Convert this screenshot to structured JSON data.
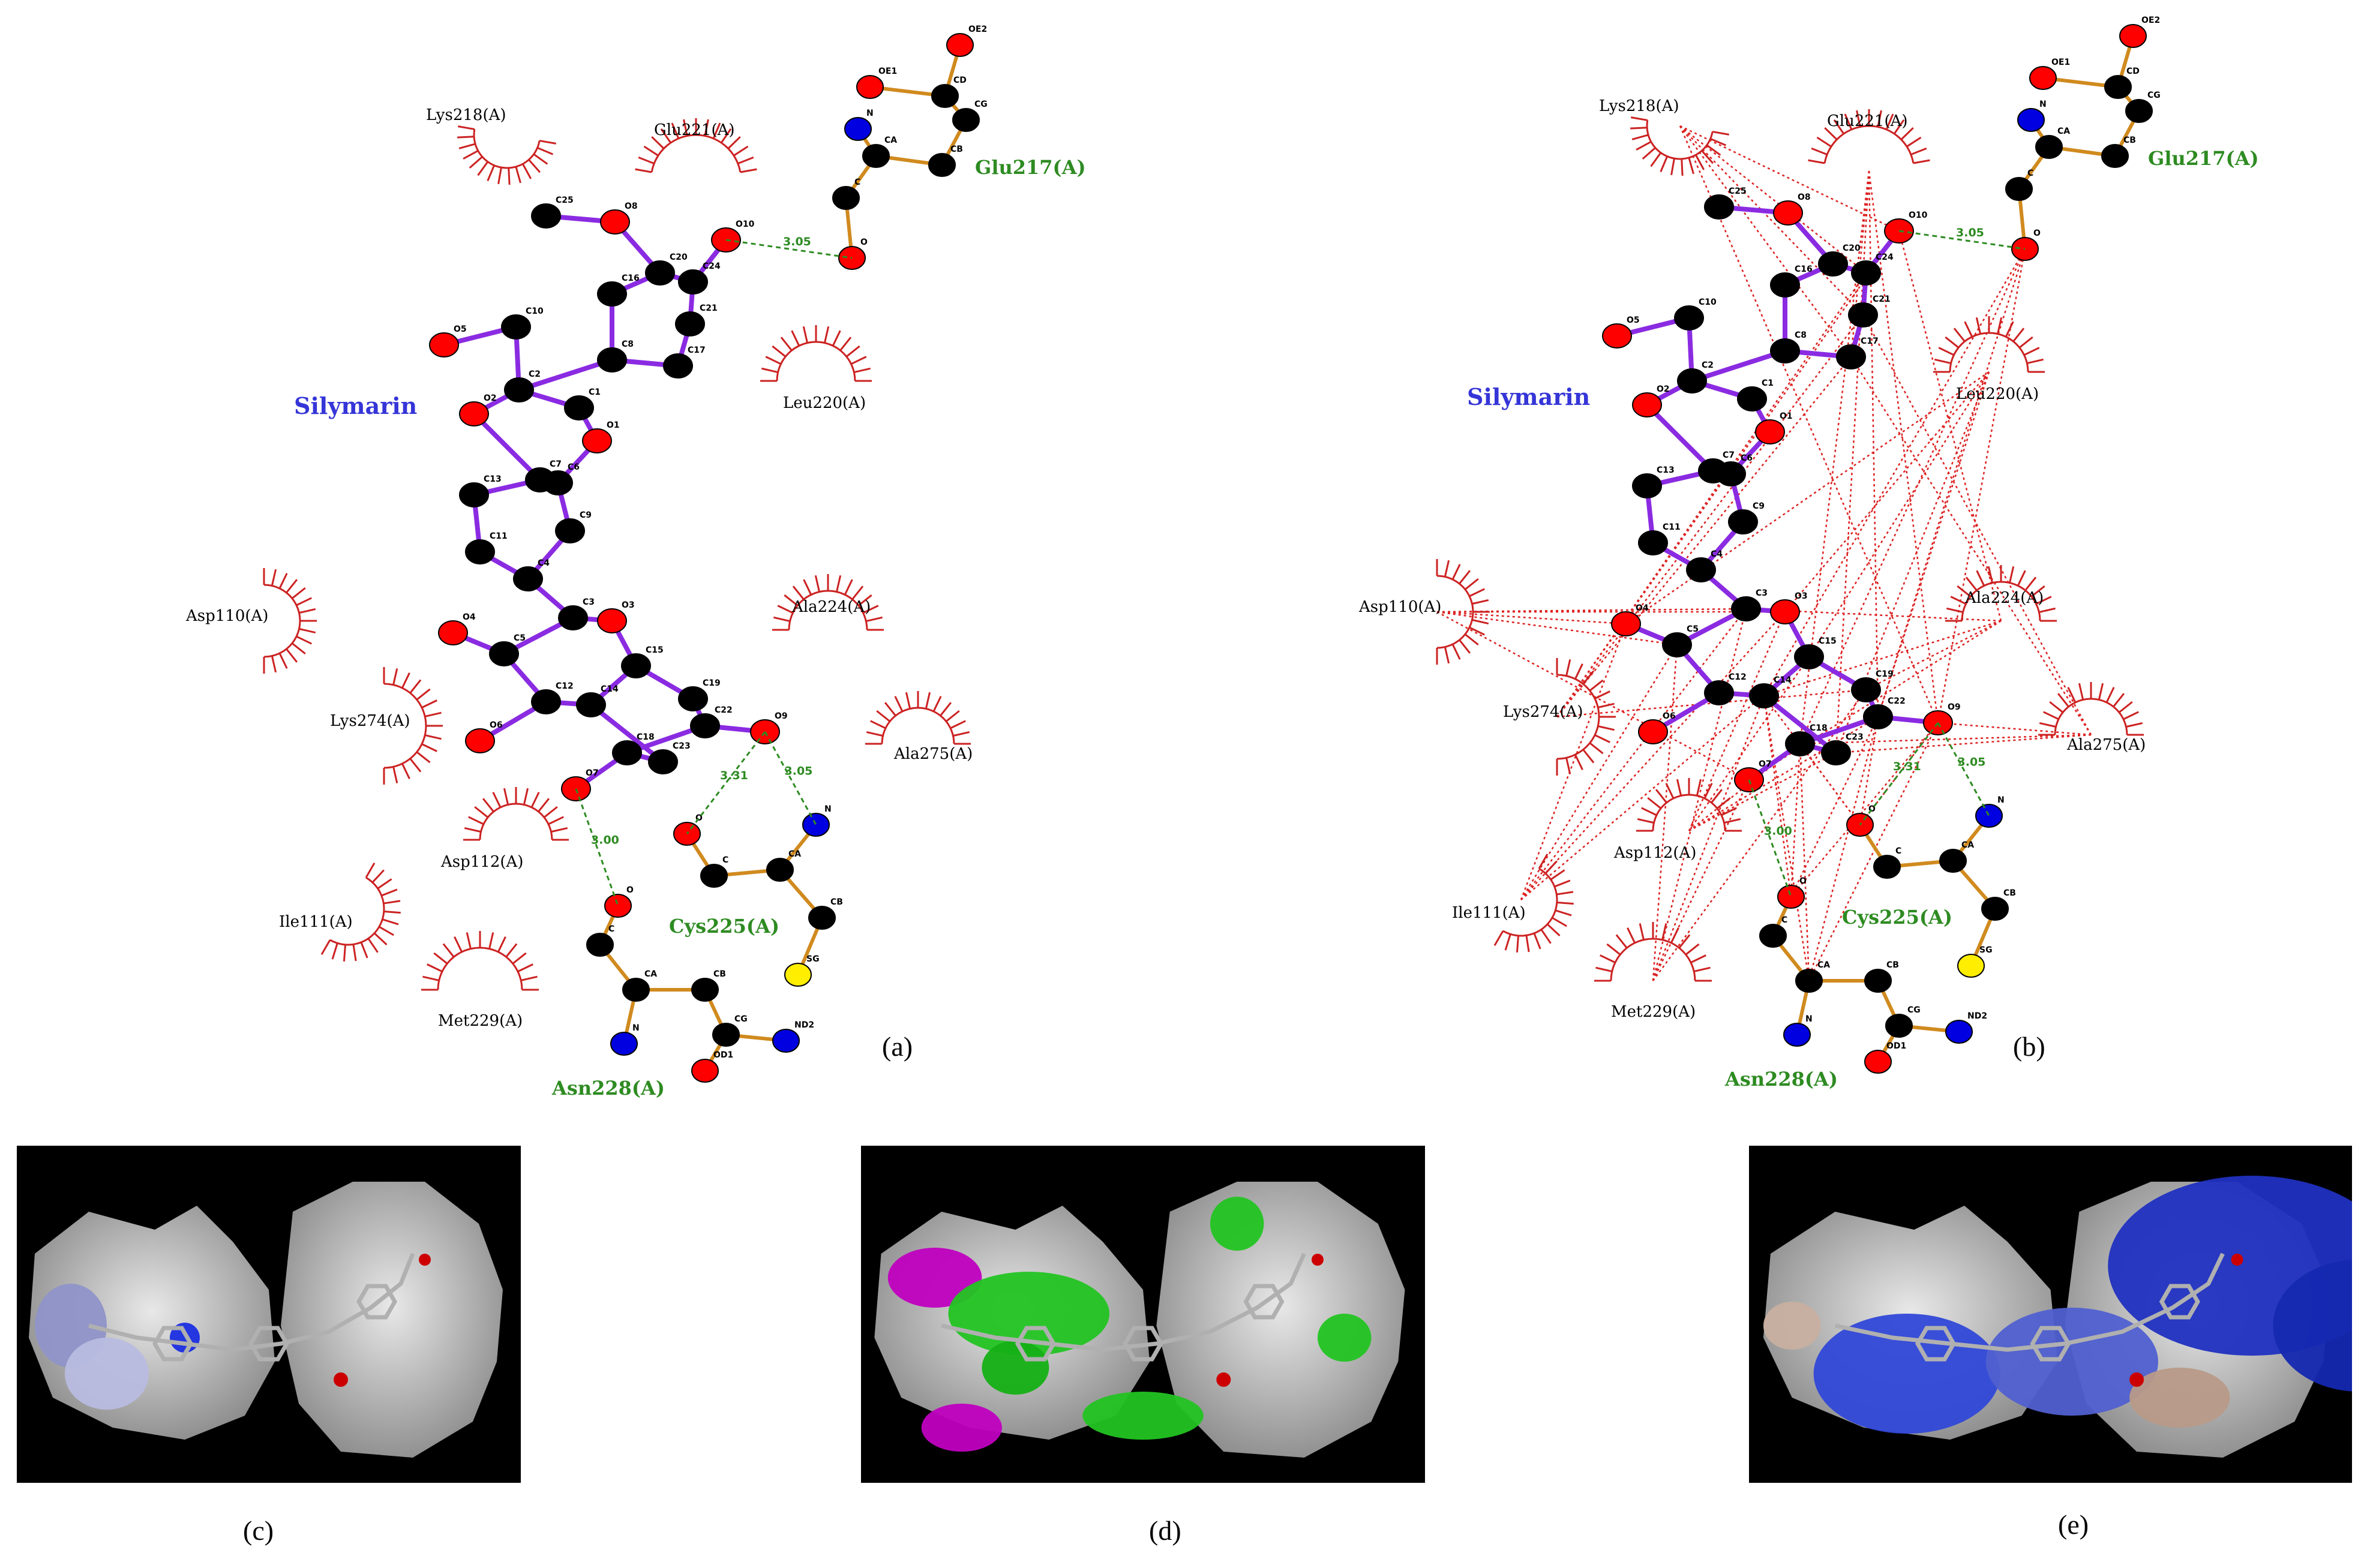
{
  "ligand": {
    "name": "Silymarin"
  },
  "panel_a": {
    "caption": "(a)",
    "hydrophobic_residues": [
      "Lys218(A)",
      "Glu221(A)",
      "Leu220(A)",
      "Asp110(A)",
      "Ala224(A)",
      "Lys274(A)",
      "Ala275(A)",
      "Asp112(A)",
      "Ile111(A)",
      "Met229(A)"
    ],
    "hbond_residues": [
      "Glu217(A)",
      "Cys225(A)",
      "Asn228(A)"
    ],
    "hbond_distances": [
      "3.05",
      "3.31",
      "3.05",
      "3.00"
    ]
  },
  "panel_b": {
    "caption": "(b)",
    "hydrophobic_residues": [
      "Lys218(A)",
      "Glu221(A)",
      "Leu220(A)",
      "Asp110(A)",
      "Ala224(A)",
      "Lys274(A)",
      "Ala275(A)",
      "Asp112(A)",
      "Ile111(A)",
      "Met229(A)"
    ],
    "hbond_residues": [
      "Glu217(A)",
      "Cys225(A)",
      "Asn228(A)"
    ],
    "hbond_distances": [
      "3.05",
      "3.31",
      "3.05",
      "3.00"
    ]
  },
  "atom_labels": {
    "ligand": [
      "C25",
      "O8",
      "O10",
      "C20",
      "C16",
      "C24",
      "C21",
      "O5",
      "C10",
      "C8",
      "C17",
      "C2",
      "O2",
      "C1",
      "O1",
      "C7",
      "C6",
      "C13",
      "C9",
      "C11",
      "C4",
      "C3",
      "O3",
      "O4",
      "C5",
      "C15",
      "C19",
      "C12",
      "C14",
      "C22",
      "O9",
      "O6",
      "C18",
      "C23",
      "O7"
    ],
    "glu217": [
      "OE2",
      "OE1",
      "CD",
      "N",
      "CA",
      "CB",
      "CG",
      "C",
      "O"
    ],
    "cys225": [
      "O",
      "C",
      "CA",
      "N",
      "CB",
      "SG"
    ],
    "asn228": [
      "O",
      "C",
      "CA",
      "CB",
      "N",
      "CG",
      "ND2",
      "OD1"
    ]
  },
  "captions": {
    "c": "(c)",
    "d": "(d)",
    "e": "(e)"
  },
  "colors": {
    "carbon": "#000000",
    "oxygen": "#ff0000",
    "nitrogen": "#0000e0",
    "sulfur": "#ffee00",
    "ligand_bond": "#8a2be2",
    "residue_bond": "#d08a1e",
    "hbond": "#2e8b22",
    "hydrophobic": "#cc2222"
  }
}
